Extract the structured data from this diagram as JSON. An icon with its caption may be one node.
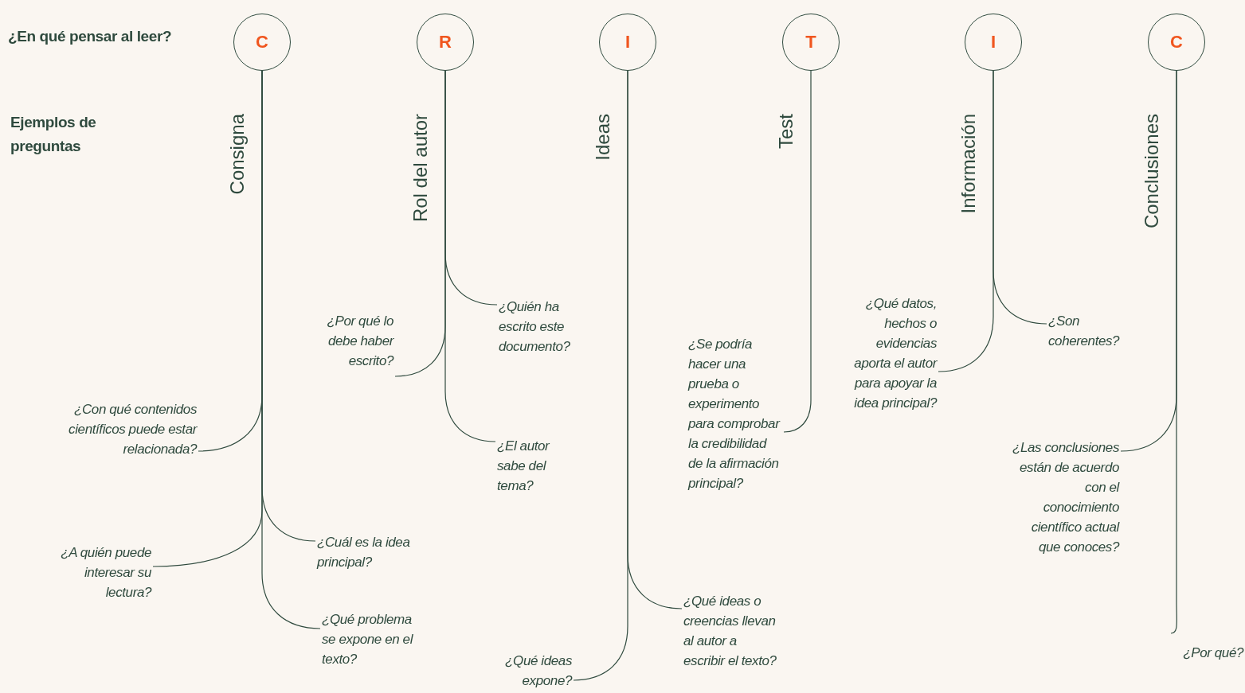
{
  "diagram": {
    "nodes": [
      {
        "text": [
          "C"
        ],
        "beside": [
          "Consigna"
        ]
      },
      {
        "text": [
          "R"
        ],
        "beside": [
          "Rol del autor"
        ]
      },
      {
        "text": [
          "I"
        ],
        "beside": [
          "Ideas"
        ]
      },
      {
        "text": [
          "T"
        ],
        "beside": [
          "Test"
        ]
      },
      {
        "text": [
          "I"
        ],
        "beside": [
          "Información"
        ]
      },
      {
        "text": [
          "C"
        ],
        "beside": [
          "Conclusiones"
        ]
      },
      {
        "text": [
          "¿Con qué contenidos científicos puede estar relacionada?"
        ]
      },
      {
        "text": [
          "¿A quién puede interesar su lectura?"
        ]
      },
      {
        "text": [
          "¿Cuál es la idea principal?"
        ]
      },
      {
        "text": [
          "¿Qué problema se expone en el texto?"
        ]
      },
      {
        "text": [
          "¿Por qué lo debe haber escrito?"
        ]
      },
      {
        "text": [
          "¿Quién ha escrito este documento?"
        ]
      },
      {
        "text": [
          "¿El autor sabe del tema?"
        ]
      },
      {
        "text": [
          "¿Qué ideas expone?"
        ]
      },
      {
        "text": [
          "¿Qué ideas o creencias llevan al autor a escribir el texto?"
        ]
      },
      {
        "text": [
          "¿Se podría hacer una prueba o experimento para comprobar la credibilidad de la afirmación principal?"
        ]
      },
      {
        "text": [
          "¿Qué datos, hechos o evidencias aporta el autor para apoyar la idea principal?"
        ]
      },
      {
        "text": [
          "¿Son coherentes?"
        ]
      },
      {
        "text": [
          "¿Las conclusiones están de acuerdo con el conocimiento científico actual que conoces?"
        ]
      },
      {
        "text": [
          "¿Por qué?"
        ]
      }
    ],
    "edges": [
      {
        "from": 0,
        "to": 6,
        "arrow": "none"
      },
      {
        "from": 0,
        "to": 7,
        "arrow": "none"
      },
      {
        "from": 0,
        "to": 8,
        "arrow": "none"
      },
      {
        "from": 0,
        "to": 9,
        "arrow": "none"
      },
      {
        "from": 1,
        "to": 10,
        "arrow": "none"
      },
      {
        "from": 1,
        "to": 11,
        "arrow": "none"
      },
      {
        "from": 1,
        "to": 12,
        "arrow": "none"
      },
      {
        "from": 2,
        "to": 13,
        "arrow": "none"
      },
      {
        "from": 2,
        "to": 14,
        "arrow": "none"
      },
      {
        "from": 3,
        "to": 15,
        "arrow": "none"
      },
      {
        "from": 4,
        "to": 16,
        "arrow": "none"
      },
      {
        "from": 4,
        "to": 17,
        "arrow": "none"
      },
      {
        "from": 5,
        "to": 18,
        "arrow": "none"
      },
      {
        "from": 5,
        "to": 19,
        "arrow": "none"
      }
    ],
    "labels": [
      "¿En qué pensar al leer?",
      "Ejemplos de preguntas"
    ]
  }
}
